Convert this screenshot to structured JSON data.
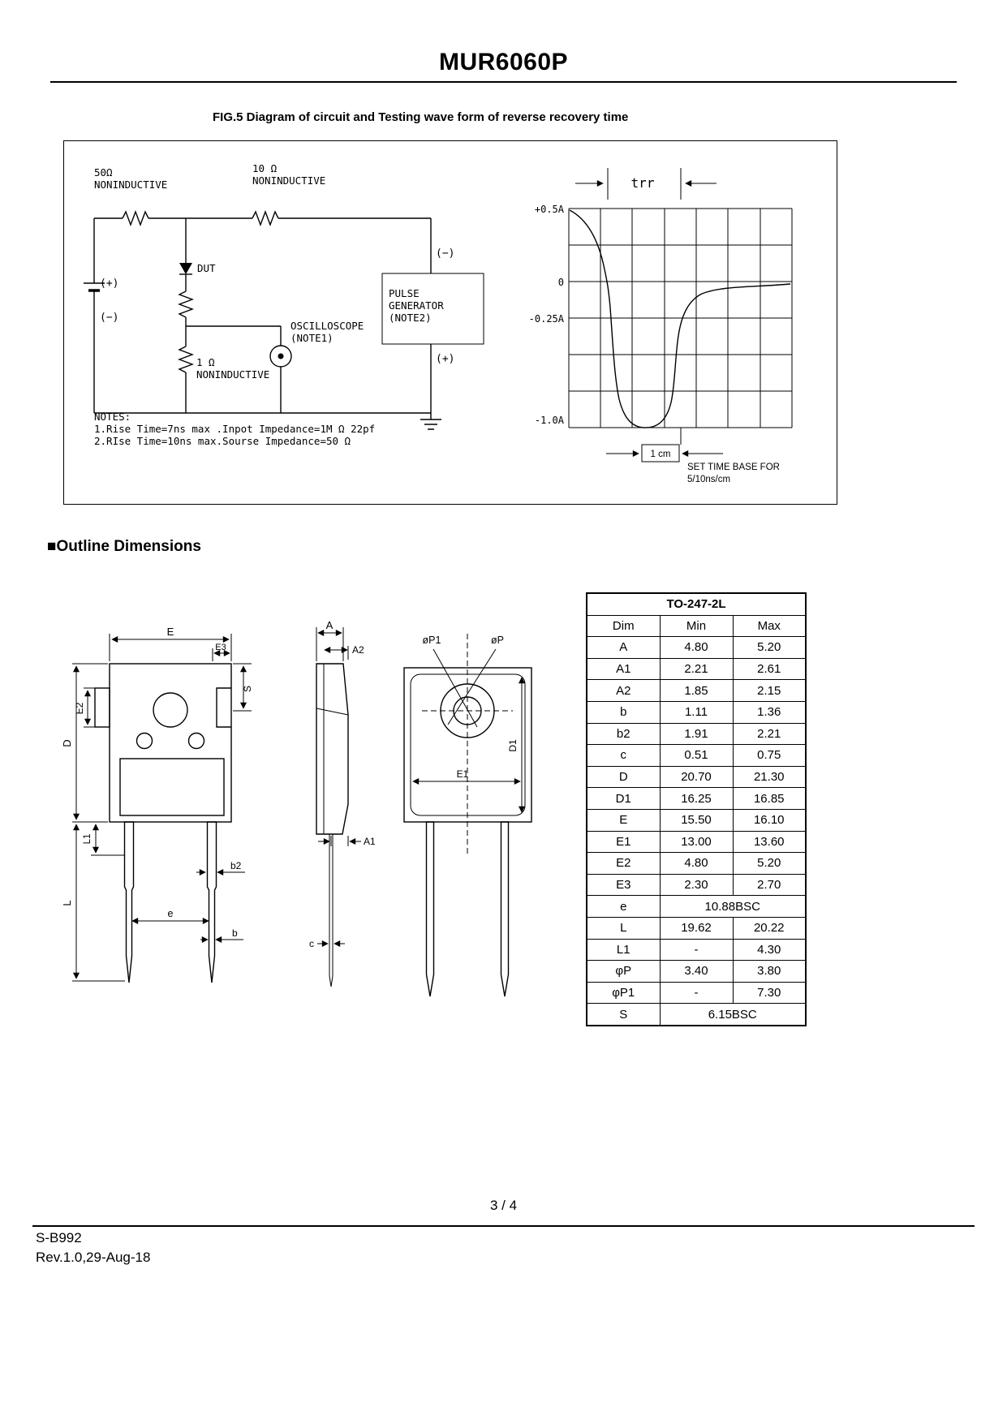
{
  "page": {
    "title": "MUR6060P",
    "fig_caption": "FIG.5  Diagram of circuit and Testing wave form of reverse recovery time",
    "outline_heading": "■Outline Dimensions",
    "page_number": "3 / 4",
    "doc_code": "S-B992",
    "revision": "Rev.1.0,29-Aug-18"
  },
  "circuit": {
    "r50_value": "50Ω",
    "r50_type": "NONINDUCTIVE",
    "r10_value": "10 Ω",
    "r10_type": "NONINDUCTIVE",
    "dut_label": "DUT",
    "battery_plus": "(+)",
    "battery_minus": "(−)",
    "pulse_minus": "(−)",
    "pulse_plus": "(+)",
    "pulse_gen_line1": "PULSE",
    "pulse_gen_line2": "GENERATOR",
    "pulse_gen_line3": "(NOTE2)",
    "osc_line1": "OSCILLOSCOPE",
    "osc_line2": "(NOTE1)",
    "r1_value": "1 Ω",
    "r1_type": "NONINDUCTIVE",
    "notes_title": "NOTES:",
    "note1": "1.Rise Time=7ns max .Inpot Impedance=1M Ω 22pf",
    "note2": "2.RIse Time=10ns max.Sourse Impedance=50 Ω"
  },
  "waveform": {
    "trr_label": "trr",
    "y_plus05": "+0.5A",
    "y_zero": "0",
    "y_minus025": "-0.25A",
    "y_minus10": "-1.0A",
    "cm_label": "1 cm",
    "timebase_line1": "SET TIME BASE FOR",
    "timebase_line2": "5/10ns/cm"
  },
  "outline_labels": {
    "E": "E",
    "E3": "E3",
    "S": "S",
    "E2": "E2",
    "D": "D",
    "L1": "L1",
    "L": "L",
    "e": "e",
    "b2": "b2",
    "b": "b",
    "A": "A",
    "A2": "A2",
    "A1": "A1",
    "c": "c",
    "P1": "øP1",
    "P": "øP",
    "D1": "D1",
    "E1": "E1"
  },
  "dim_table": {
    "title": "TO-247-2L",
    "col_dim": "Dim",
    "col_min": "Min",
    "col_max": "Max",
    "rows": [
      {
        "dim": "A",
        "min": "4.80",
        "max": "5.20"
      },
      {
        "dim": "A1",
        "min": "2.21",
        "max": "2.61"
      },
      {
        "dim": "A2",
        "min": "1.85",
        "max": "2.15"
      },
      {
        "dim": "b",
        "min": "1.11",
        "max": "1.36"
      },
      {
        "dim": "b2",
        "min": "1.91",
        "max": "2.21"
      },
      {
        "dim": "c",
        "min": "0.51",
        "max": "0.75"
      },
      {
        "dim": "D",
        "min": "20.70",
        "max": "21.30"
      },
      {
        "dim": "D1",
        "min": "16.25",
        "max": "16.85"
      },
      {
        "dim": "E",
        "min": "15.50",
        "max": "16.10"
      },
      {
        "dim": "E1",
        "min": "13.00",
        "max": "13.60"
      },
      {
        "dim": "E2",
        "min": "4.80",
        "max": "5.20"
      },
      {
        "dim": "E3",
        "min": "2.30",
        "max": "2.70"
      },
      {
        "dim": "e",
        "span": "10.88BSC"
      },
      {
        "dim": "L",
        "min": "19.62",
        "max": "20.22"
      },
      {
        "dim": "L1",
        "min": "-",
        "max": "4.30"
      },
      {
        "dim": "φP",
        "min": "3.40",
        "max": "3.80"
      },
      {
        "dim": "φP1",
        "min": "-",
        "max": "7.30"
      },
      {
        "dim": "S",
        "span": "6.15BSC"
      }
    ]
  }
}
